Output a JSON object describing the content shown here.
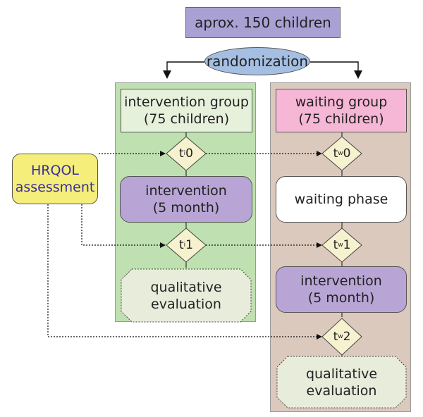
{
  "top_box": "aprox. 150 children",
  "randomization": "randomization",
  "intervention_column": {
    "header_line1": "intervention group",
    "header_line2": "(75 children)",
    "t0": {
      "base": "t",
      "sub": "i",
      "num": "0"
    },
    "intervention_line1": "intervention",
    "intervention_line2": "(5 month)",
    "t1": {
      "base": "t",
      "sub": "i",
      "num": "1"
    },
    "eval_line1": "qualitative",
    "eval_line2": "evaluation"
  },
  "waiting_column": {
    "header_line1": "waiting group",
    "header_line2": "(75 children)",
    "t0": {
      "base": "t",
      "sub": "w",
      "num": "0"
    },
    "waiting_phase": "waiting phase",
    "t1": {
      "base": "t",
      "sub": "w",
      "num": "1"
    },
    "intervention_line1": "intervention",
    "intervention_line2": "(5 month)",
    "t2": {
      "base": "t",
      "sub": "w",
      "num": "2"
    },
    "eval_line1": "qualitative",
    "eval_line2": "evaluation"
  },
  "hrqol": {
    "line1": "HRQOL",
    "line2": "assessment"
  },
  "colors": {
    "top_box": "#a9a1d3",
    "randomization": "#a5bfe3",
    "intervention_panel": "#bfe0b0",
    "waiting_panel": "#dcc9bd",
    "intervention_header": "#e6f1dc",
    "waiting_header": "#f6b6d5",
    "intervention_box": "#b8a5d6",
    "diamond": "#f6f1cf",
    "eval": "#e7ecdb",
    "hrqol": "#f6ee7a",
    "hrqol_text": "#3a2f9c"
  }
}
